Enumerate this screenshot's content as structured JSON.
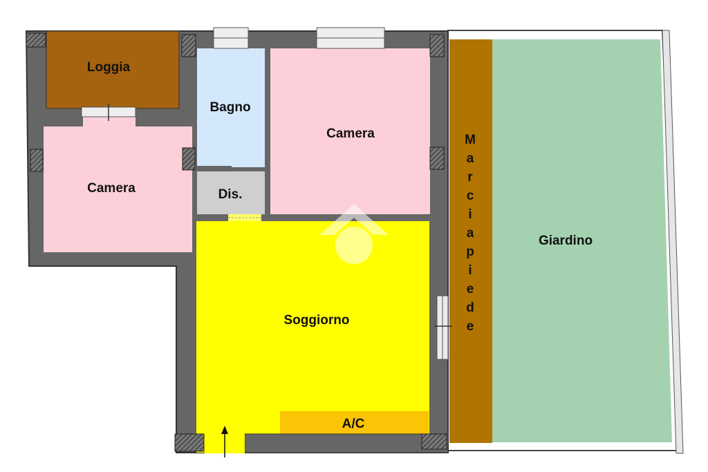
{
  "rooms": {
    "loggia": "Loggia",
    "bagno": "Bagno",
    "camera_top": "Camera",
    "camera_left": "Camera",
    "disimpegno": "Dis.",
    "soggiorno": "Soggiorno",
    "ac": "A/C",
    "giardino": "Giardino",
    "marciapiede": [
      "M",
      "a",
      "r",
      "c",
      "i",
      "a",
      "p",
      "i",
      "e",
      "d",
      "e"
    ]
  },
  "colors": {
    "wall": "#666666",
    "loggia": "#a5620f",
    "bagno": "#d4e8fb",
    "camera": "#fdd0d9",
    "disimpegno": "#cfcfcf",
    "soggiorno": "#ffff00",
    "ac": "#fbc404",
    "marciapiede": "#b17400",
    "giardino": "#a4d2b0",
    "watermark": "#ffffff"
  },
  "icons": {
    "entrance": "entrance-arrow-icon",
    "watermark": "house-watermark-icon"
  }
}
